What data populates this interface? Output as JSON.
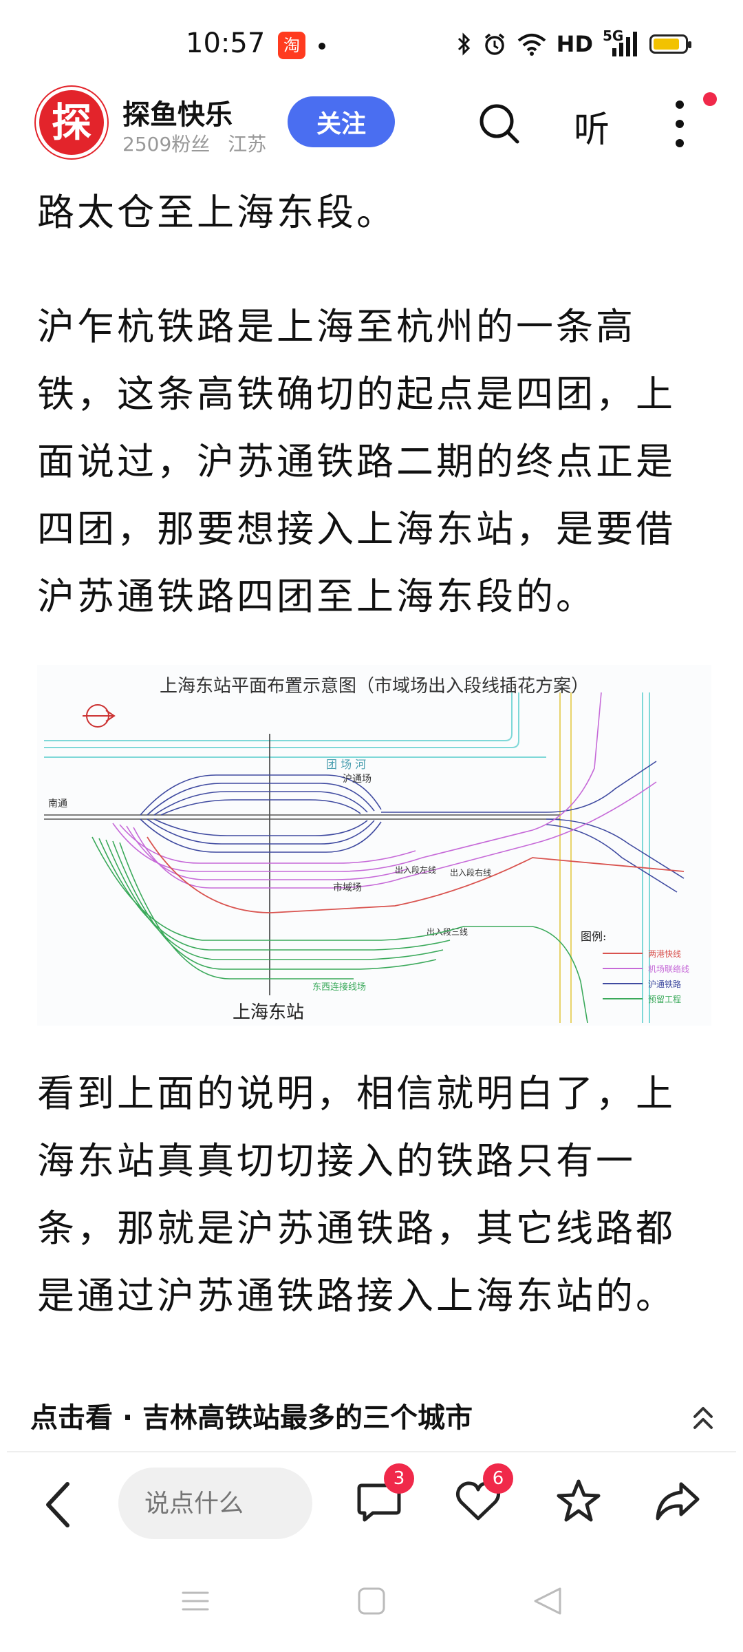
{
  "status_bar": {
    "time": "10:57",
    "taobao_label": "淘",
    "network": "HD",
    "signal": "5G",
    "battery_level": 0.85,
    "icons": [
      "bluetooth-icon",
      "alarm-icon",
      "wifi-icon",
      "signal-icon",
      "battery-icon"
    ]
  },
  "header": {
    "avatar_char": "探",
    "author_name": "探鱼快乐",
    "followers": "2509粉丝",
    "location": "江苏",
    "follow_label": "关注",
    "listen_label": "听",
    "has_notification": true
  },
  "article": {
    "paragraphs": [
      [
        "路太仓至上海东段。"
      ],
      [
        "沪乍杭铁路是上海至杭州的一条高",
        "铁，这条高铁确切的起点是四团，上",
        "面说过，沪苏通铁路二期的终点正是",
        "四团，那要想接入上海东站，是要借",
        "沪苏通铁路四团至上海东段的。"
      ],
      [
        "看到上面的说明，相信就明白了，上",
        "海东站真真切切接入的铁路只有一",
        "条，那就是沪苏通铁路，其它线路都",
        "是通过沪苏通铁路接入上海东站的。"
      ]
    ],
    "figure": {
      "title": "上海东站平面布置示意图（市域场出入段线插花方案）",
      "station_label": "上海东站",
      "labels": {
        "canal": "团 场 河",
        "nantong": "南通",
        "hutong_yard": "沪通场",
        "shiyu_yard": "市域场",
        "exit_left": "出入段左线",
        "exit_right": "出入段右线",
        "exit_third": "出入段三线",
        "east_west_link": "东西连接线场",
        "legend_title": "图例:"
      },
      "legend": [
        {
          "label": "两港快线",
          "color": "#d9534f"
        },
        {
          "label": "机场联络线",
          "color": "#c66ad8"
        },
        {
          "label": "沪通铁路",
          "color": "#3f4aa0"
        },
        {
          "label": "预留工程",
          "color": "#3aa95a"
        }
      ]
    }
  },
  "related": {
    "text": "点击看 · 吉林高铁站最多的三个城市"
  },
  "bottom_bar": {
    "comment_placeholder": "说点什么",
    "comment_count": "3",
    "like_count": "6"
  }
}
